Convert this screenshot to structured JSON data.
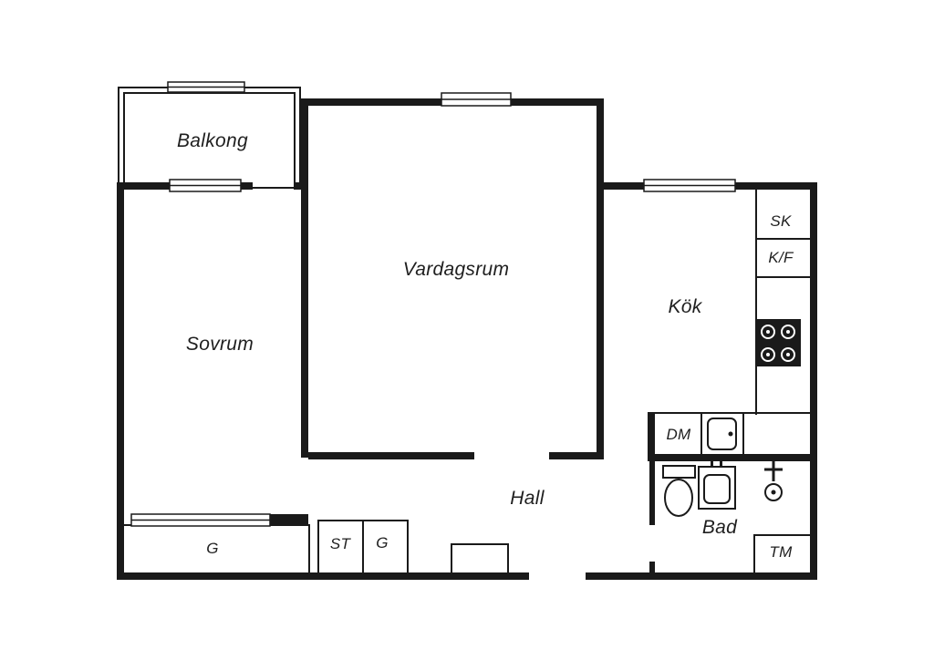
{
  "colors": {
    "wall": "#1a1a1a",
    "background": "#ffffff"
  },
  "rooms": {
    "balkong": "Balkong",
    "sovrum": "Sovrum",
    "vardagsrum": "Vardagsrum",
    "kok": "Kök",
    "hall": "Hall",
    "bad": "Bad"
  },
  "fixtures": {
    "sk": "SK",
    "kf": "K/F",
    "dm": "DM",
    "tm": "TM",
    "st": "ST",
    "g_closet_small": "G",
    "g_closet_large": "G"
  }
}
